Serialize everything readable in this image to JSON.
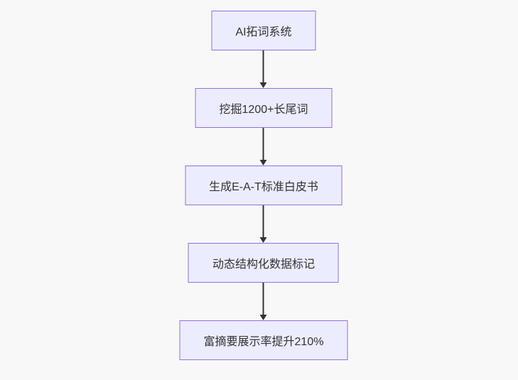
{
  "diagram": {
    "type": "flowchart",
    "direction": "top-down",
    "nodes": [
      {
        "id": "n1",
        "label": "AI拓词系统"
      },
      {
        "id": "n2",
        "label": "挖掘1200+长尾词"
      },
      {
        "id": "n3",
        "label": "生成E-A-T标准白皮书"
      },
      {
        "id": "n4",
        "label": "动态结构化数据标记"
      },
      {
        "id": "n5",
        "label": "富摘要展示率提升210%"
      }
    ],
    "edges": [
      {
        "from": "n1",
        "to": "n2"
      },
      {
        "from": "n2",
        "to": "n3"
      },
      {
        "from": "n3",
        "to": "n4"
      },
      {
        "from": "n4",
        "to": "n5"
      }
    ],
    "colors": {
      "node_fill": "#ECECFF",
      "node_border": "#9370DB",
      "arrow": "#333333",
      "text": "#333333",
      "background": "#f8f8f8"
    }
  }
}
